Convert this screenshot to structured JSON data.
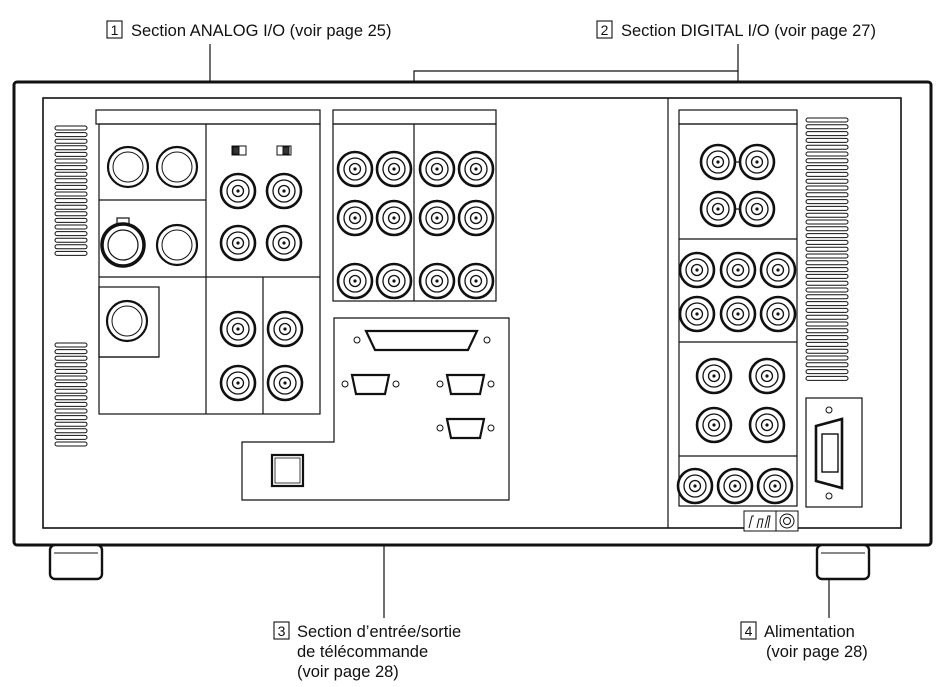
{
  "callouts": [
    {
      "number": "1",
      "lines": [
        "Section ANALOG I/O (voir page 25)"
      ]
    },
    {
      "number": "2",
      "lines": [
        "Section DIGITAL I/O (voir page 27)"
      ]
    },
    {
      "number": "3",
      "lines": [
        "Section d’entrée/sortie",
        "de télécommande",
        "(voir page 28)"
      ]
    },
    {
      "number": "4",
      "lines": [
        "Alimentation",
        "(voir page 28)"
      ]
    }
  ],
  "colors": {
    "stroke": "#1a1a1a",
    "panel": "#ffffff",
    "connector_fill": "#ffffff"
  },
  "icons": [
    "bnc-connector-icon",
    "xlr-connector-icon",
    "dsub-connector-icon",
    "power-inlet-icon",
    "ventilation-slots-icon",
    "ground-terminal-icon"
  ]
}
